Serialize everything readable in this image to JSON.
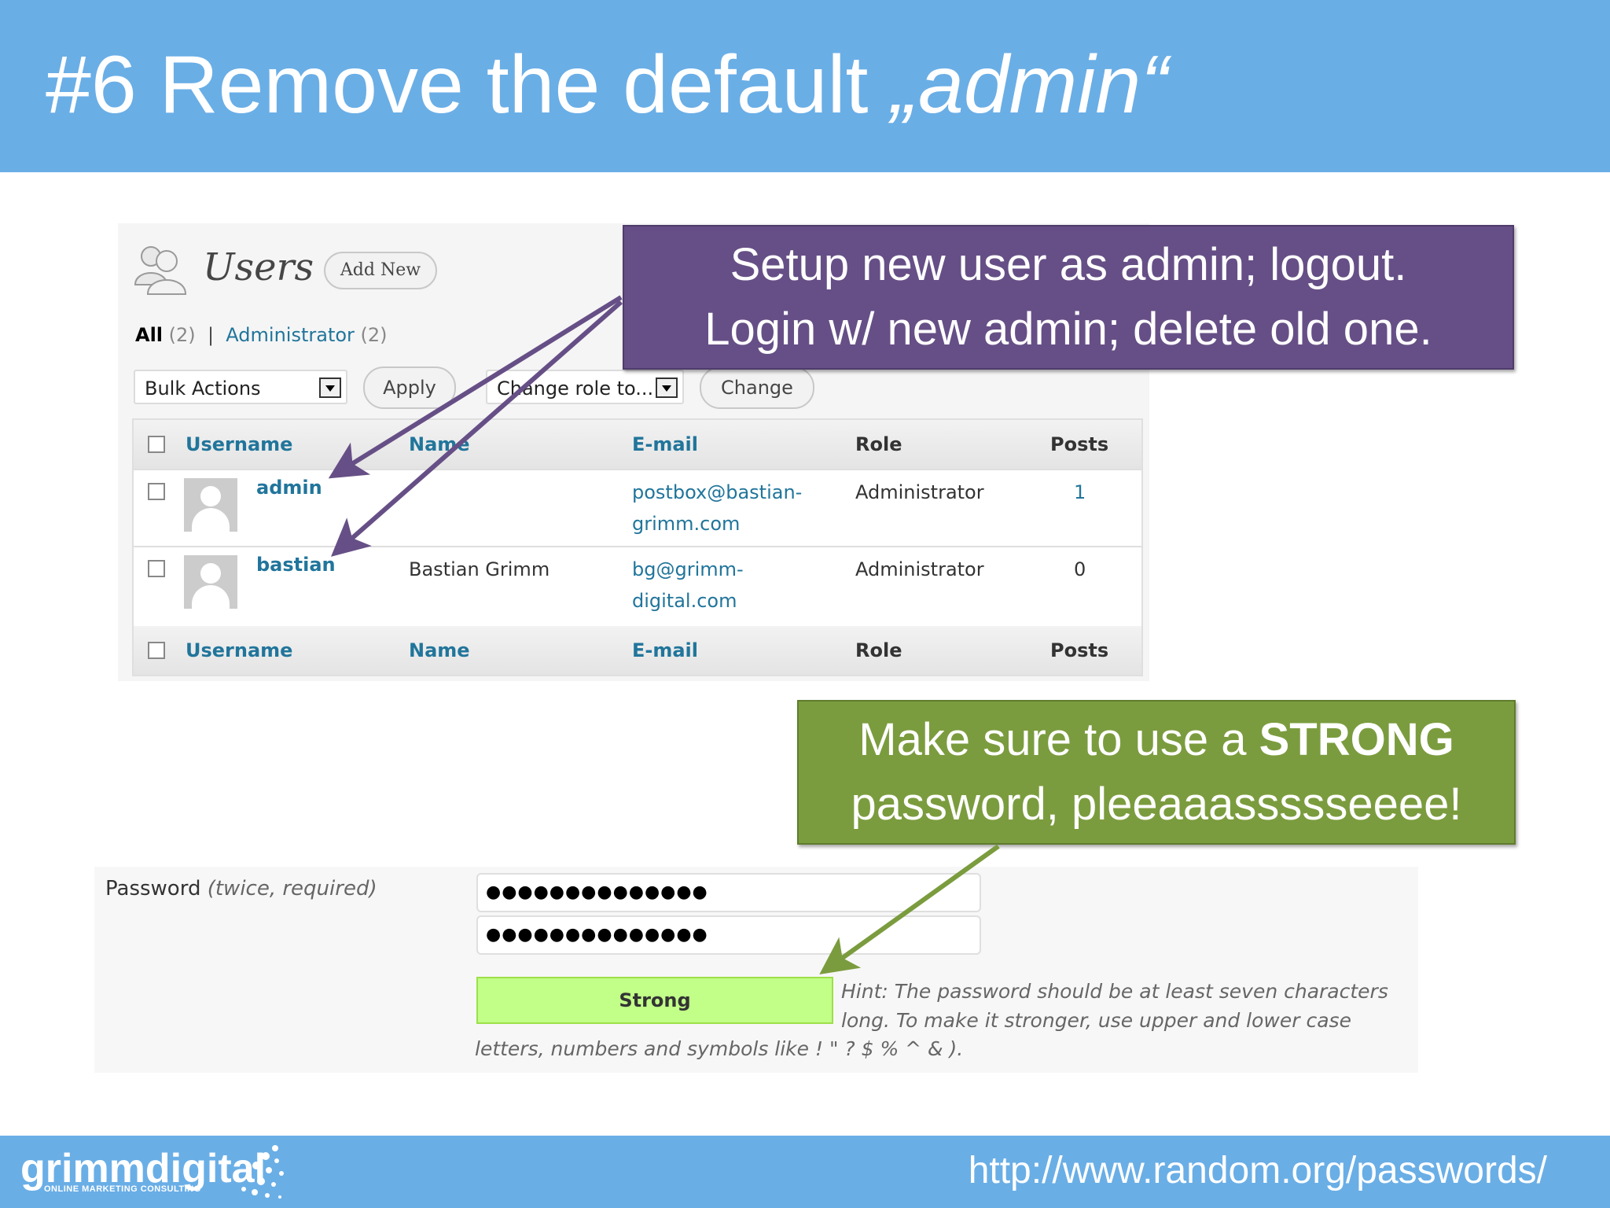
{
  "slide": {
    "title_prefix": "#6 Remove the default ",
    "title_italic": "„admin“"
  },
  "wp": {
    "page_title": "Users",
    "add_new_label": "Add New",
    "filters": {
      "all_label": "All",
      "all_count": "(2)",
      "separator": "|",
      "admin_label": "Administrator",
      "admin_count": "(2)"
    },
    "bulk_actions_value": "Bulk Actions",
    "apply_label": "Apply",
    "change_role_value": "Change role to...",
    "change_label": "Change",
    "columns": [
      "Username",
      "Name",
      "E-mail",
      "Role",
      "Posts"
    ],
    "rows": [
      {
        "username": "admin",
        "name": "",
        "email_line1": "postbox@bastian-",
        "email_line2": "grimm.com",
        "role": "Administrator",
        "posts": "1"
      },
      {
        "username": "bastian",
        "name": "Bastian Grimm",
        "email_line1": "bg@grimm-",
        "email_line2": "digital.com",
        "role": "Administrator",
        "posts": "0"
      }
    ]
  },
  "callouts": {
    "purple_line1": "Setup new user as admin; logout.",
    "purple_line2": "Login w/ new admin; delete old one.",
    "green_line1_prefix": "Make sure to use a ",
    "green_line1_bold": "STRONG",
    "green_line2": "password, pleeaaassssseeee!"
  },
  "password": {
    "label": "Password",
    "label_note": "(twice, required)",
    "value1": "●●●●●●●●●●●●●●",
    "value2": "●●●●●●●●●●●●●●",
    "strength_label": "Strong",
    "hint_part1": "Hint: The password should be at least seven characters long. To make it stronger, use upper and lower case",
    "hint_part2": "letters, numbers and symbols like ! \" ? $ % ^ & )."
  },
  "footer": {
    "logo_text": "grimmdigital",
    "logo_subtext": "ONLINE MARKETING CONSULTING",
    "url": "http://www.random.org/passwords/"
  },
  "colors": {
    "header_blue": "#6aaee6",
    "purple_callout": "#664f86",
    "green_callout": "#7b9c3e",
    "wp_link_blue": "#21759b",
    "strength_green": "#c1ff88"
  }
}
